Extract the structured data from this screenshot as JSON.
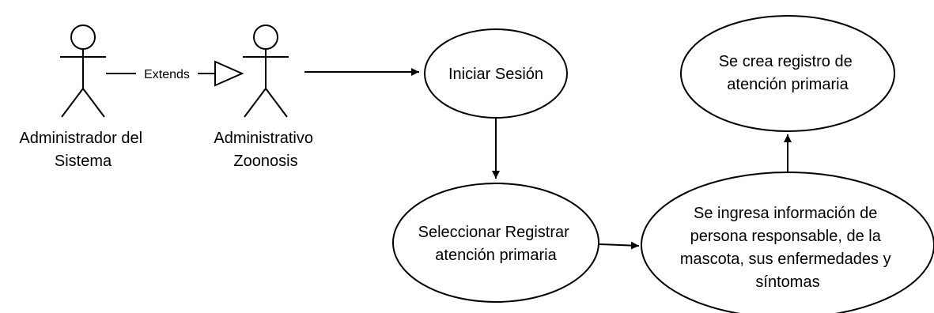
{
  "actors": {
    "admin_sistema": {
      "label_lines": [
        "Administrador del",
        "Sistema"
      ]
    },
    "administrativo_zoonosis": {
      "label_lines": [
        "Administrativo",
        "Zoonosis"
      ]
    }
  },
  "relations": {
    "extends_label": "Extends"
  },
  "use_cases": {
    "iniciar_sesion": {
      "lines": [
        "Iniciar Sesión"
      ]
    },
    "seleccionar_registrar": {
      "lines": [
        "Seleccionar Registrar",
        "atención primaria"
      ]
    },
    "ingresa_info": {
      "lines": [
        "Se ingresa información de",
        "persona responsable, de la",
        "mascota, sus enfermedades y",
        "síntomas"
      ]
    },
    "crea_registro": {
      "lines": [
        "Se crea registro de",
        "atención primaria"
      ]
    }
  }
}
